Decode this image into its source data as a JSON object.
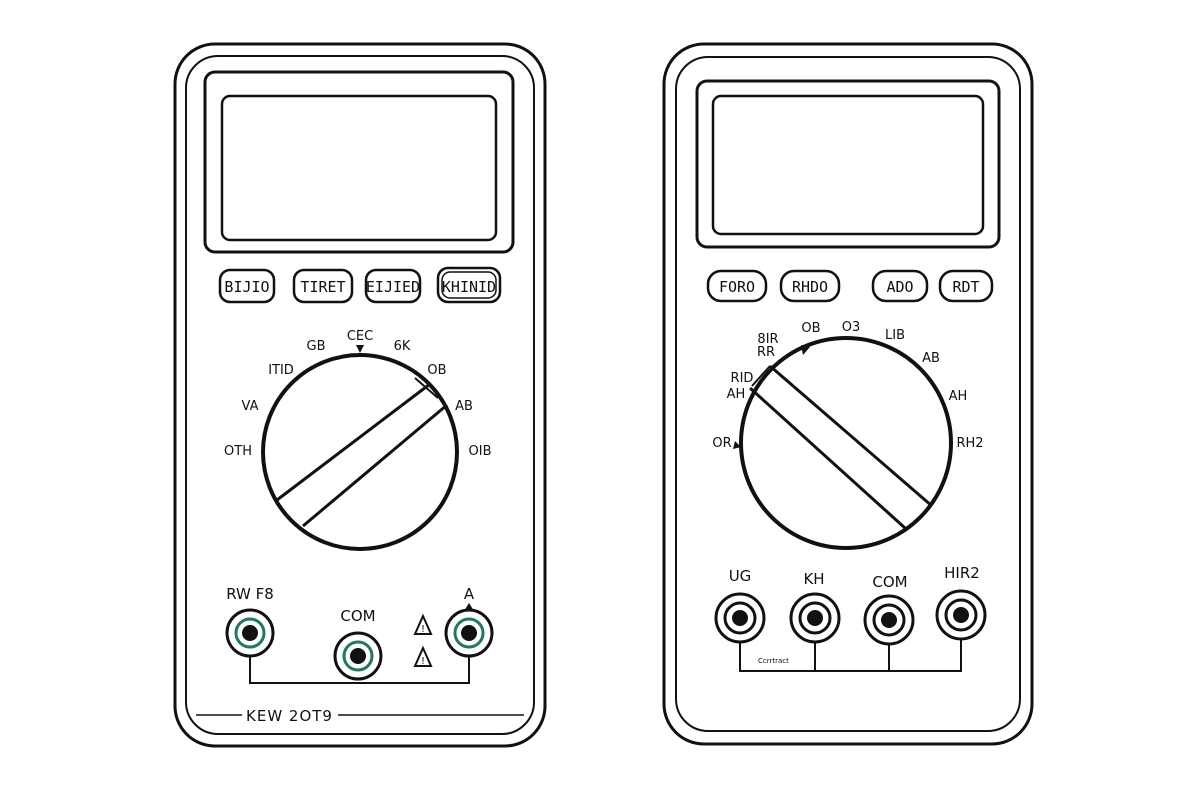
{
  "meters": [
    {
      "buttons": [
        "BIJIO",
        "TIRET",
        "EIJIED",
        "KHINID"
      ],
      "dial_labels": [
        "CEC",
        "GB",
        "6K",
        "ITID",
        "OB",
        "VA",
        "AB",
        "OTH",
        "OIB"
      ],
      "jacks": [
        "RW F8",
        "COM",
        "A"
      ],
      "brand": "KEW 2OT9"
    },
    {
      "buttons": [
        "FORO",
        "RHDO",
        "ADO",
        "RDT"
      ],
      "dial_labels": [
        "OB",
        "O3",
        "LIB",
        "8IR",
        "RR",
        "AB",
        "RID",
        "AH",
        "AH",
        "OR",
        "RH2"
      ],
      "jacks": [
        "UG",
        "KH",
        "COM",
        "HIR2"
      ],
      "small_label": "Ccrrtract"
    }
  ],
  "colors": {
    "line": "#111111",
    "jack_ring": "#1f7a5a",
    "background": "#ffffff"
  }
}
